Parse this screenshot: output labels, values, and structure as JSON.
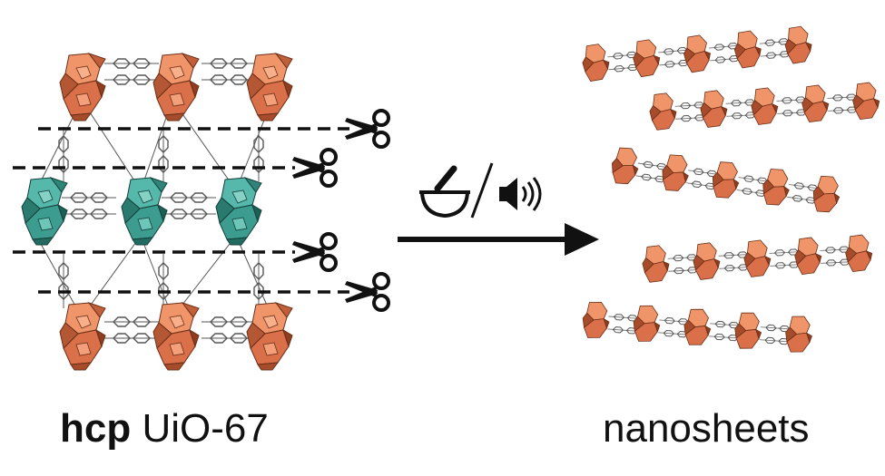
{
  "left_caption": {
    "bold": "hcp",
    "rest": " UiO-67"
  },
  "right_caption": "nanosheets",
  "icons": {
    "scissors": "scissors-icon",
    "mortar": "mortar-and-pestle-icon",
    "speaker": "ultrasound-speaker-icon"
  },
  "colors": {
    "node_orange": "#e9875e",
    "node_orange_dark": "#a84b2a",
    "node_teal": "#3fa89b",
    "node_teal_dark": "#1f6e64",
    "linker": "#8a8a8a",
    "arrow": "#111111",
    "cut_line": "#111111"
  }
}
